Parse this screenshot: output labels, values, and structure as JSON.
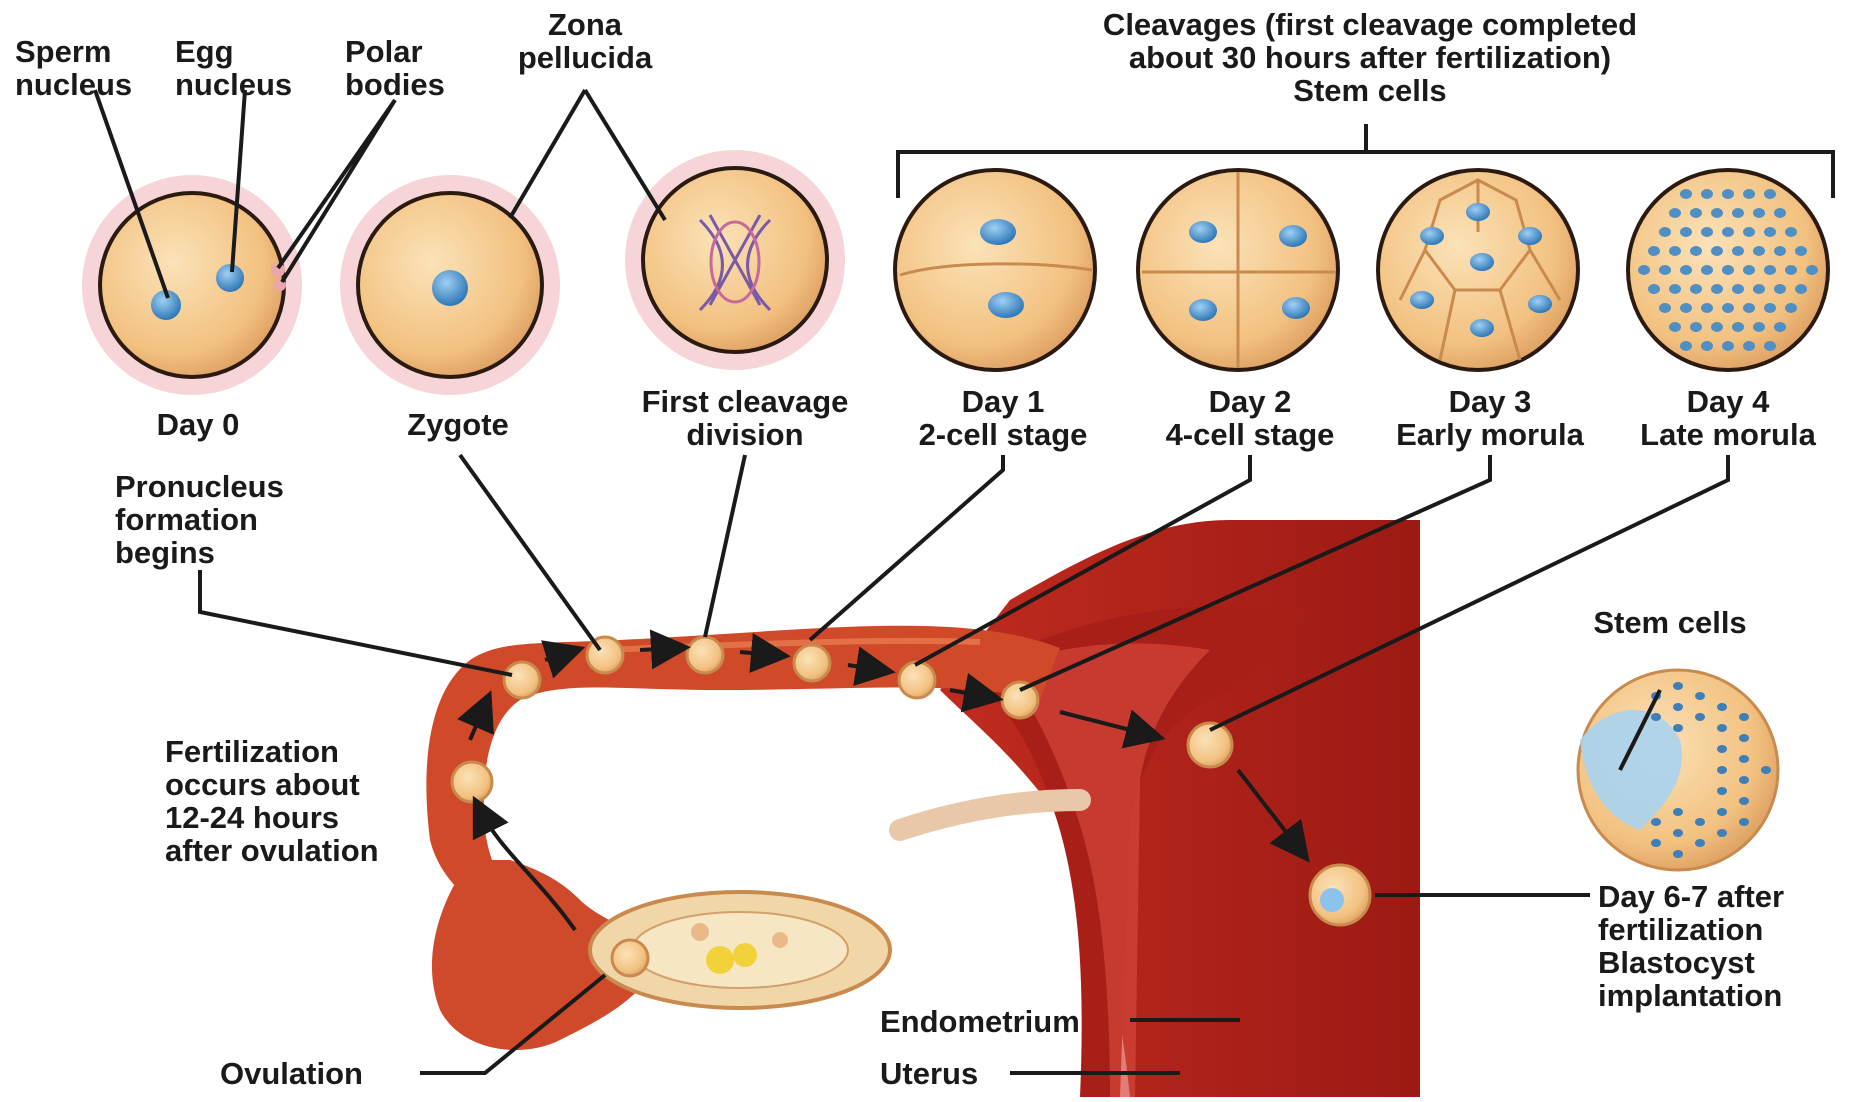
{
  "labels": {
    "sperm_nucleus": [
      "Sperm",
      "nucleus"
    ],
    "egg_nucleus": [
      "Egg",
      "nucleus"
    ],
    "polar_bodies": [
      "Polar",
      "bodies"
    ],
    "zona_pellucida": [
      "Zona",
      "pellucida"
    ],
    "cleavages_header": [
      "Cleavages (first cleavage completed",
      "about 30 hours after fertilization)",
      "Stem cells"
    ],
    "day0": "Day 0",
    "zygote": "Zygote",
    "first_cleavage": [
      "First cleavage",
      "division"
    ],
    "day1": [
      "Day 1",
      "2-cell stage"
    ],
    "day2": [
      "Day 2",
      "4-cell stage"
    ],
    "day3": [
      "Day 3",
      "Early morula"
    ],
    "day4": [
      "Day 4",
      "Late morula"
    ],
    "pronucleus": [
      "Pronucleus",
      "formation",
      "begins"
    ],
    "fertilization": [
      "Fertilization",
      "occurs about",
      "12-24 hours",
      "after ovulation"
    ],
    "stem_cells": "Stem cells",
    "implantation": [
      "Day 6-7 after",
      "fertilization",
      "Blastocyst",
      "implantation"
    ],
    "endometrium": "Endometrium",
    "uterus": "Uterus",
    "ovulation": "Ovulation"
  },
  "colors": {
    "tissue_red": "#b8231c",
    "tissue_dark": "#8e1712",
    "tube_orange": "#d9542b",
    "cell_fill": "#f4c98e",
    "cell_edge": "#c98a4e",
    "zona_pink": "#f6cdd0",
    "nucleus_blue": "#4f9ad6"
  }
}
